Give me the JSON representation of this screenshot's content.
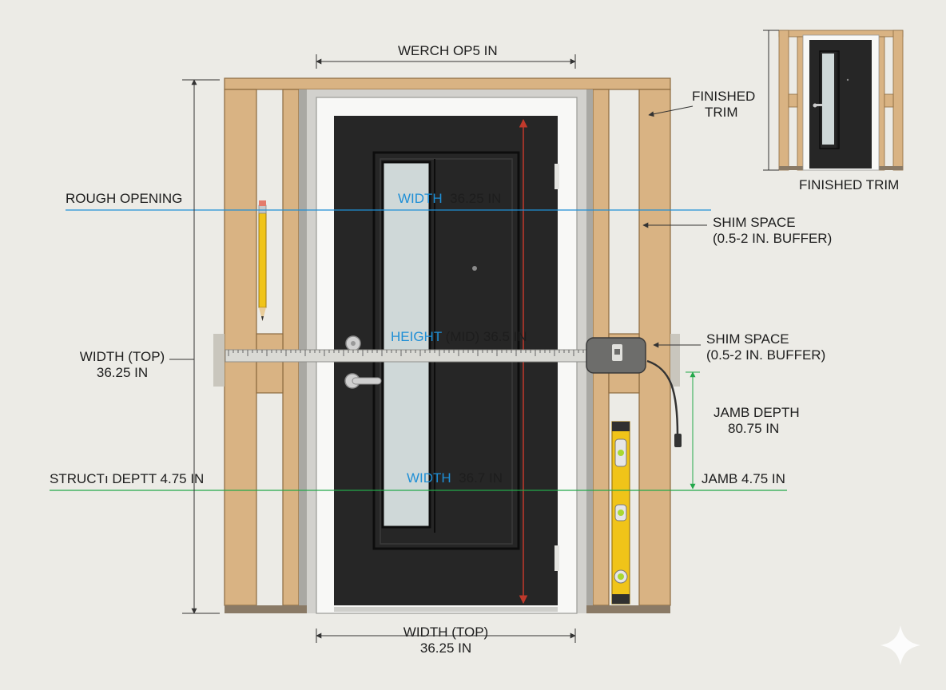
{
  "colors": {
    "background": "#ecebe6",
    "lumber": "#d9b383",
    "door": "#262626",
    "guide_blue": "#1f8fd6",
    "guide_green": "#23a84a",
    "guide_red": "#c0392b",
    "level_yellow": "#f0c419"
  },
  "labels": {
    "top_width": "WERCH OP5 IN",
    "rough_opening": "ROUGH OPENING",
    "width_top_left_1": "WIDTH (TOP)",
    "width_top_left_2": "36.25 IN",
    "struct_depth": "STRUCTı DEPTT 4.75 IN",
    "width_label_a": "WIDTH",
    "width_value_a": "36.25 IN",
    "height_label": "HEIGHT",
    "height_value": "(MID) 36.5 IN",
    "width_label_b": "WIDTH",
    "width_value_b": "36.7 IN",
    "finished_trim_upper_1": "FINISHED",
    "finished_trim_upper_2": "TRIM",
    "finished_trim_caption": "FINISHED TRIM",
    "shim_upper_1": "SHIM SPACE",
    "shim_upper_2": "(0.5-2 IN. BUFFER)",
    "shim_lower_1": "SHIM SPACE",
    "shim_lower_2": "(0.5-2 IN. BUFFER)",
    "jamb_depth_1": "JAMB DEPTH",
    "jamb_depth_2": "80.75 IN",
    "jamb": "JAMB 4.75 IN",
    "bottom_width_1": "WIDTH (TOP)",
    "bottom_width_2": "36.25 IN"
  },
  "icons": [
    "pencil-icon",
    "tape-measure-icon",
    "spirit-level-icon",
    "sparkle-icon"
  ]
}
